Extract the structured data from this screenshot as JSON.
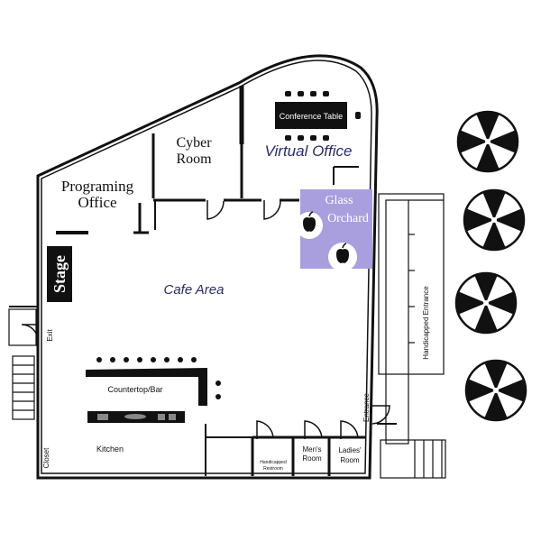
{
  "labels": {
    "conference_table": "Conference Table",
    "cyber_room_1": "Cyber",
    "cyber_room_2": "Room",
    "virtual_office": "Virtual Office",
    "programing_office_1": "Programing",
    "programing_office_2": "Office",
    "glass_orchard_1": "Glass",
    "glass_orchard_2": "Orchard",
    "stage": "Stage",
    "cafe_area": "Cafe Area",
    "exit": "Exit",
    "countertop_bar": "Countertop/Bar",
    "kitchen": "Kitchen",
    "closet": "Closet",
    "handicapped_restroom_1": "Handicapped",
    "handicapped_restroom_2": "Restroom",
    "mens_room_1": "Men's",
    "mens_room_2": "Room",
    "ladies_room_1": "Ladies'",
    "ladies_room_2": "Room",
    "entrance": "Entrance",
    "handicapped_entrance": "Handicapped Entrance"
  },
  "icons": {
    "glass_orchard_logo": "apple-logo-icon",
    "umbrella": "patio-umbrella-icon"
  },
  "colors": {
    "glass_orchard_fill": "#a99fde",
    "virtual_office_text": "#2a2a6e",
    "wall": "#111111"
  }
}
